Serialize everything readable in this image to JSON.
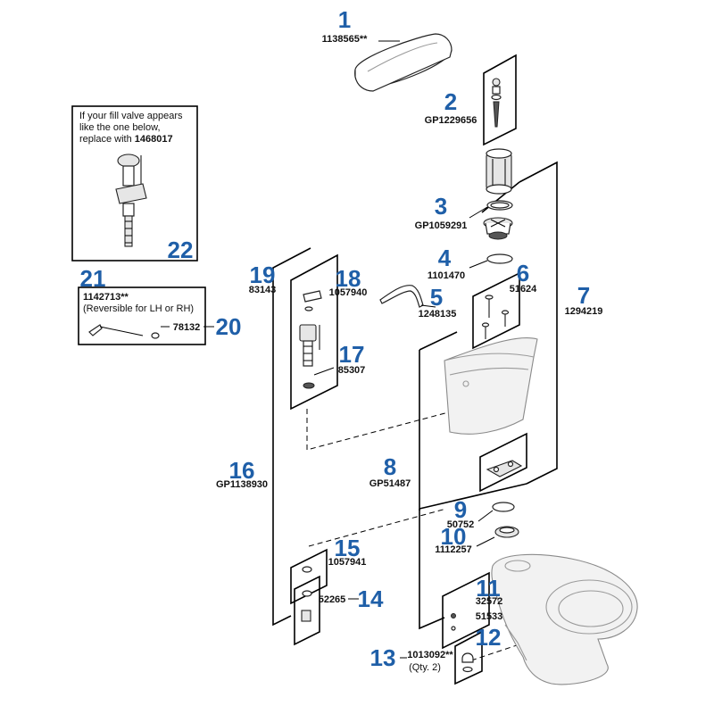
{
  "callouts": [
    {
      "num": "1",
      "part": "1138565**"
    },
    {
      "num": "2",
      "part": "GP1229656"
    },
    {
      "num": "3",
      "part": "GP1059291"
    },
    {
      "num": "4",
      "part": "1101470"
    },
    {
      "num": "5",
      "part": "1248135"
    },
    {
      "num": "6",
      "part": "51624"
    },
    {
      "num": "7",
      "part": "1294219"
    },
    {
      "num": "8",
      "part": "GP51487"
    },
    {
      "num": "9",
      "part": "50752"
    },
    {
      "num": "10",
      "part": "1112257"
    },
    {
      "num": "11",
      "part": "32572"
    },
    {
      "num": "12",
      "part": "51533"
    },
    {
      "num": "13",
      "part": "1013092**",
      "note": "(Qty. 2)"
    },
    {
      "num": "14",
      "part": "52265"
    },
    {
      "num": "15",
      "part": "1057941"
    },
    {
      "num": "16",
      "part": "GP1138930"
    },
    {
      "num": "17",
      "part": "85307"
    },
    {
      "num": "18",
      "part": "1057940"
    },
    {
      "num": "19",
      "part": "83143"
    },
    {
      "num": "20",
      "part": "78132"
    },
    {
      "num": "21",
      "part": "1142713**",
      "note": "(Reversible for LH or RH)"
    },
    {
      "num": "22"
    }
  ],
  "fill_valve_note": {
    "line1": "If your fill valve appears",
    "line2": "like the one below,",
    "line3_prefix": "replace with ",
    "line3_part": "1468017"
  },
  "colors": {
    "callout_number": "#1f5fa8"
  }
}
